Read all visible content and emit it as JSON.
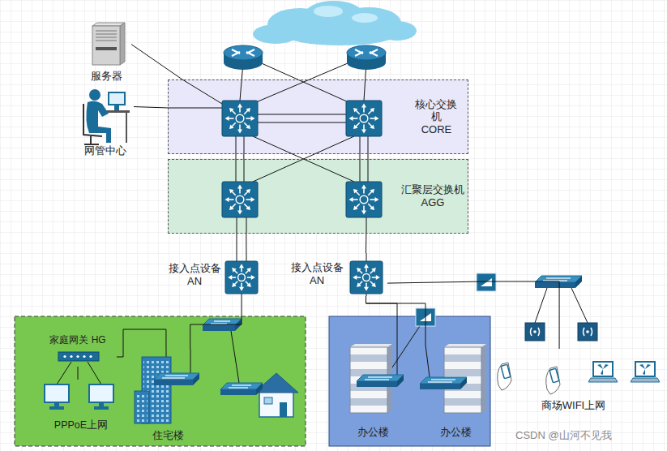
{
  "diagram": {
    "nodes": [
      {
        "text": [
          "服务器"
        ]
      },
      {
        "text": [
          "网管中心"
        ]
      },
      {
        "text": [
          "核心交换 机",
          "CORE"
        ]
      },
      {
        "text": [
          "汇聚层交换机",
          "AGG"
        ]
      },
      {
        "text": [
          "接入点设备 AN"
        ]
      },
      {
        "text": [
          "接入点设备 AN"
        ]
      },
      {
        "text": [
          "家庭网关 HG"
        ]
      },
      {
        "text": [
          "PPPoE上网"
        ]
      },
      {
        "text": [
          "住宅楼"
        ]
      },
      {
        "text": [
          "办公楼"
        ]
      },
      {
        "text": [
          "办公楼"
        ]
      },
      {
        "text": [
          "商场WIFI上网"
        ]
      }
    ],
    "edges": [
      {
        "from": 0,
        "to": 2,
        "arrow": "none"
      },
      {
        "from": 1,
        "to": 2,
        "arrow": "none"
      },
      {
        "from": 2,
        "to": 3,
        "arrow": "none"
      },
      {
        "from": 3,
        "to": 4,
        "arrow": "none"
      },
      {
        "from": 3,
        "to": 5,
        "arrow": "none"
      },
      {
        "from": 4,
        "to": 8,
        "arrow": "none"
      },
      {
        "from": 6,
        "to": 8,
        "arrow": "none"
      },
      {
        "from": 6,
        "to": 7,
        "arrow": "none"
      },
      {
        "from": 5,
        "to": 9,
        "arrow": "none"
      },
      {
        "from": 5,
        "to": 10,
        "arrow": "none"
      },
      {
        "from": 5,
        "to": 11,
        "arrow": "none"
      }
    ],
    "labels": [
      "CSDN @山河不见我"
    ]
  }
}
